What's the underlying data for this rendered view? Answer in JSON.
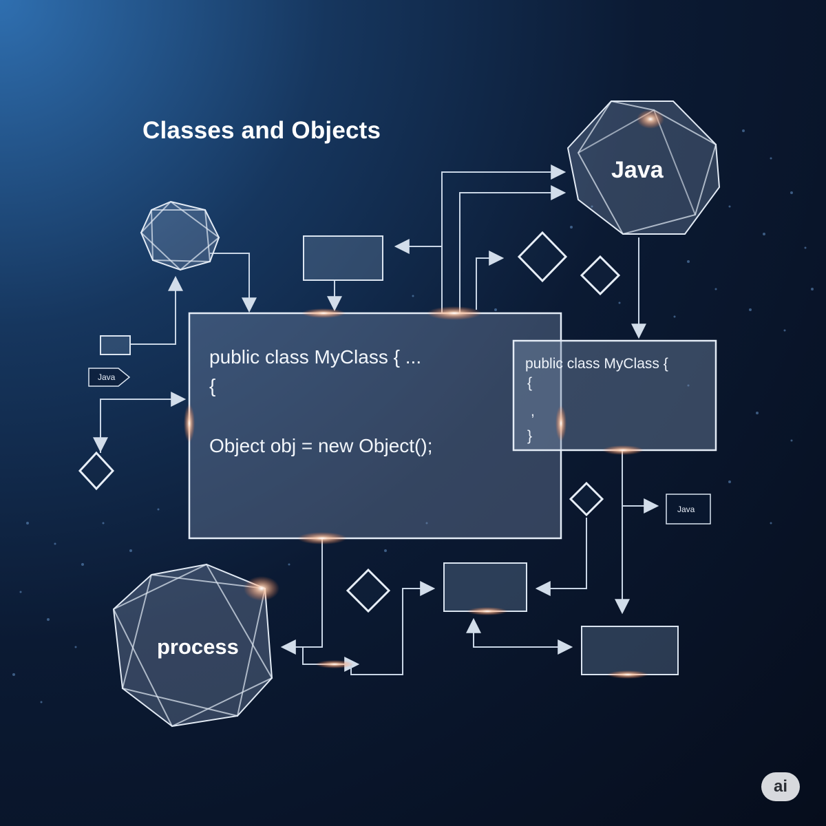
{
  "title": "Classes and Objects",
  "main_panel": {
    "line1": "public class MyClass { ...",
    "line2": "{",
    "line3": "Object obj = new Object();"
  },
  "secondary_panel": {
    "line1": "public class MyClass {",
    "line2": "{",
    "line3": ",",
    "line4": "}"
  },
  "java_node_label": "Java",
  "process_node_label": "process",
  "small_tags": {
    "left": "Java",
    "right": "Java"
  },
  "badge": "ai",
  "colors": {
    "background_top_left": "#2f6fb0",
    "background_dark": "#060d1c",
    "line": "#c9d6e6",
    "glow": "#ffb38a"
  }
}
